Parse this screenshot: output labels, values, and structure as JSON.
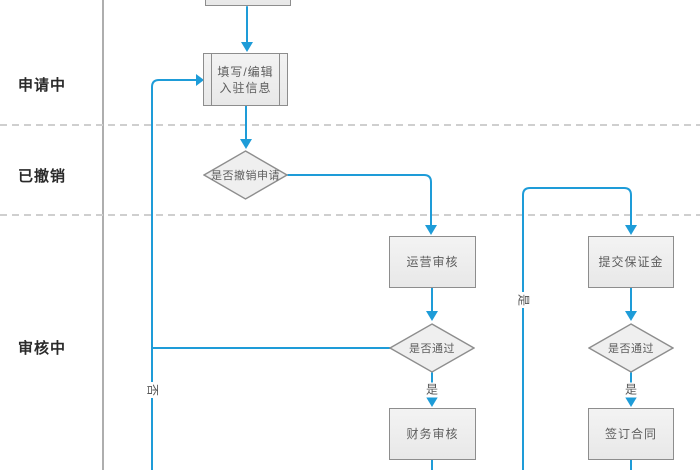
{
  "diagram": {
    "lanes": [
      {
        "label": "申请中"
      },
      {
        "label": "已撤销"
      },
      {
        "label": "审核中"
      }
    ],
    "nodes": {
      "fill_info_line1": "填写/编辑",
      "fill_info_line2": "入驻信息",
      "cancel_decision": "是否撤销申请",
      "ops_review": "运营审核",
      "ops_pass_decision": "是否通过",
      "finance_review": "财务审核",
      "submit_deposit": "提交保证金",
      "deposit_pass_decision": "是否通过",
      "sign_contract": "签订合同"
    },
    "edge_labels": {
      "ops_pass_yes": "是",
      "deposit_pass_yes": "是",
      "up_to_deposit_yes": "是",
      "return_no": "否"
    },
    "colors": {
      "connector_blue": "#1e9cd8",
      "shape_fill": "#efefef",
      "shape_border": "#8d8d8d",
      "lane_divider": "#aeaeae",
      "lane_separator_dash": "#cfcfcf",
      "lane_label_text": "#2a2a2a",
      "shape_text": "#5d5d5d"
    }
  }
}
